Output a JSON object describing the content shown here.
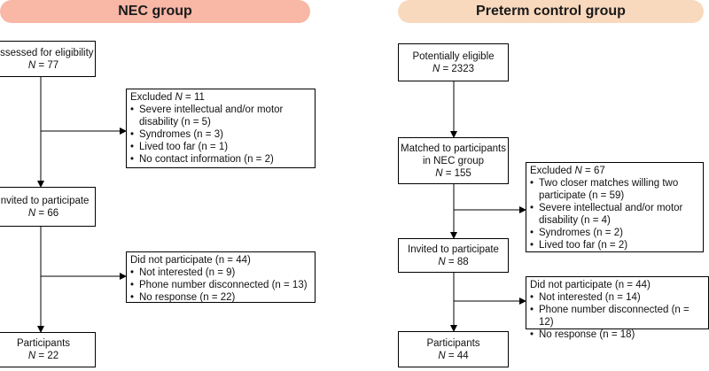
{
  "left": {
    "header": "NEC group",
    "assessed": {
      "line1": "Assessed for eligibility",
      "n": "77"
    },
    "excluded": {
      "title": "Excluded",
      "n": "11",
      "items": [
        "Severe intellectual and/or motor disability (n = 5)",
        "Syndromes (n = 3)",
        "Lived too far (n = 1)",
        "No contact information (n = 2)"
      ]
    },
    "invited": {
      "line1": "Invited to participate",
      "n": "66"
    },
    "did_not": {
      "title": "Did not participate (n = 44)",
      "items": [
        "Not interested (n = 9)",
        "Phone number disconnected (n = 13)",
        "No response (n = 22)"
      ]
    },
    "participants": {
      "line1": "Participants",
      "n": "22"
    }
  },
  "right": {
    "header": "Preterm control group",
    "potential": {
      "line1": "Potentially eligible",
      "n": "2323"
    },
    "matched": {
      "line1": "Matched to participants",
      "line2": "in NEC group",
      "n": "155"
    },
    "excluded": {
      "title": "Excluded",
      "n": "67",
      "items": [
        "Two closer matches willing two participate (n = 59)",
        "Severe intellectual and/or motor disability (n = 4)",
        "Syndromes (n = 2)",
        "Lived too far (n = 2)"
      ]
    },
    "invited": {
      "line1": "Invited to participate",
      "n": "88"
    },
    "did_not": {
      "title": "Did not participate (n = 44)",
      "items": [
        "Not interested (n = 14)",
        "Phone number disconnected (n = 12)",
        "No response (n = 18)"
      ]
    },
    "participants": {
      "line1": "Participants",
      "n": "44"
    }
  }
}
